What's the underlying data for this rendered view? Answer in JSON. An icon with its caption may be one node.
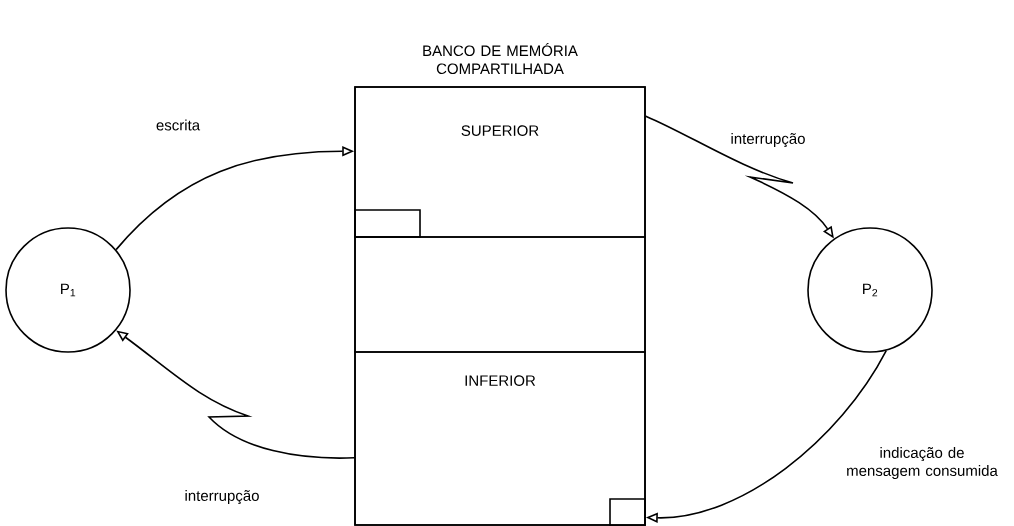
{
  "diagram": {
    "nodes": [
      {
        "text": [
          "BANCO DE MEMÓRIA COMPARTILHADA"
        ]
      },
      {
        "text": [
          "SUPERIOR"
        ],
        "in": 0
      },
      {
        "text": [],
        "shape": "box",
        "in": 0
      },
      {
        "text": [
          "INFERIOR"
        ],
        "in": 0
      },
      {
        "text": [],
        "shape": "box",
        "in": 1
      },
      {
        "text": [],
        "shape": "box",
        "in": 3
      },
      {
        "text": [
          "P$_{1}$"
        ]
      },
      {
        "text": [
          "P$_{2}$"
        ]
      }
    ],
    "edges": [
      {
        "from": 6,
        "to": 1,
        "arrow": "to",
        "label": "escrita"
      },
      {
        "from": 1,
        "to": 7,
        "arrow": "to",
        "label": "interrupção"
      },
      {
        "from": 3,
        "to": 6,
        "arrow": "to",
        "label": "interrupção"
      },
      {
        "from": 7,
        "to": 5,
        "arrow": "to",
        "label": "indicação de mensagem consumida"
      }
    ]
  }
}
